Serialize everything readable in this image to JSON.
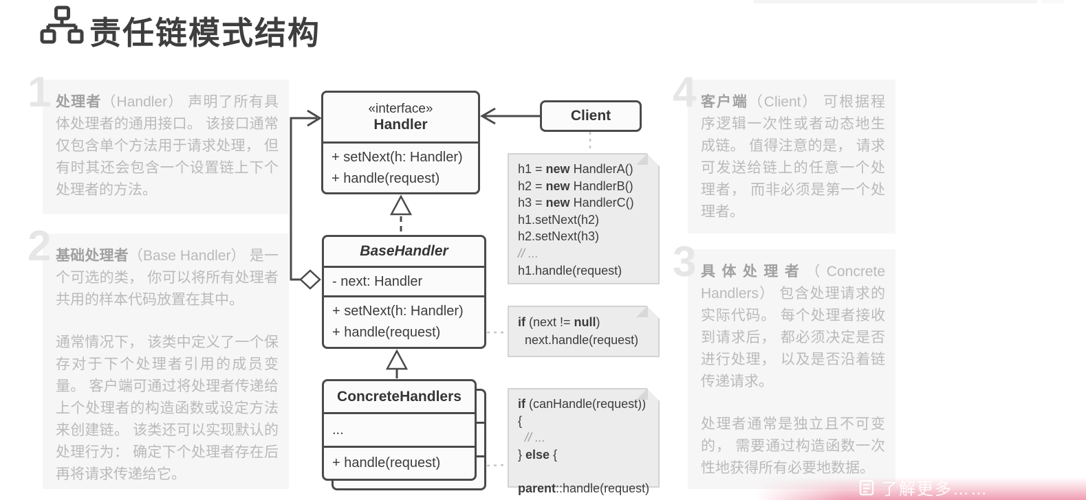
{
  "title": {
    "text": "责任链模式结构",
    "icon": "hierarchy-icon"
  },
  "annotations": [
    {
      "number": "1",
      "lead": "处理者",
      "text": "（Handler） 声明了所有具体处理者的通用接口。 该接口通常仅包含单个方法用于请求处理， 但有时其还会包含一个设置链上下个处理者的方法。",
      "text2": ""
    },
    {
      "number": "2",
      "lead": "基础处理者",
      "text": "（Base Handler） 是一个可选的类， 你可以将所有处理者共用的样本代码放置在其中。",
      "text2": "通常情况下， 该类中定义了一个保存对于下个处理者引用的成员变量。 客户端可通过将处理者传递给上个处理者的构造函数或设定方法来创建链。 该类还可以实现默认的处理行为： 确定下个处理者存在后再将请求传递给它。"
    },
    {
      "number": "3",
      "lead": "具体处理者",
      "text": "（Concrete Handlers） 包含处理请求的实际代码。 每个处理者接收到请求后， 都必须决定是否进行处理， 以及是否沿着链传递请求。",
      "text2": "处理者通常是独立且不可变的， 需要通过构造函数一次性地获得所有必要地数据。"
    },
    {
      "number": "4",
      "lead": "客户端",
      "text": "（Client） 可根据程序逻辑一次性或者动态地生成链。 值得注意的是， 请求可发送给链上的任意一个处理者， 而非必须是第一个处理者。",
      "text2": ""
    }
  ],
  "uml": {
    "handler": {
      "stereotype": "«interface»",
      "name": "Handler",
      "methods": [
        "+ setNext(h: Handler)",
        "+ handle(request)"
      ]
    },
    "client": {
      "name": "Client"
    },
    "base_handler": {
      "name": "BaseHandler",
      "field": "- next: Handler",
      "methods": [
        "+ setNext(h: Handler)",
        "+ handle(request)"
      ]
    },
    "concrete_handlers": {
      "name": "ConcreteHandlers",
      "field": "...",
      "methods": [
        "+ handle(request)"
      ]
    }
  },
  "notes": {
    "client_code": {
      "lines": [
        [
          [
            "h1 = "
          ],
          [
            "new",
            "b"
          ],
          [
            " HandlerA()"
          ]
        ],
        [
          [
            "h2 = "
          ],
          [
            "new",
            "b"
          ],
          [
            " HandlerB()"
          ]
        ],
        [
          [
            "h3 = "
          ],
          [
            "new",
            "b"
          ],
          [
            " HandlerC()"
          ]
        ],
        [
          [
            "h1.setNext(h2)"
          ]
        ],
        [
          [
            "h2.setNext(h3)"
          ]
        ],
        [
          [
            "// ...",
            "i"
          ]
        ],
        [
          [
            "h1.handle(request)"
          ]
        ]
      ]
    },
    "base_handle_code": {
      "lines": [
        [
          [
            "if",
            "b"
          ],
          [
            " (next != "
          ],
          [
            "null",
            "b"
          ],
          [
            ")"
          ]
        ],
        [
          [
            "  next.handle(request)"
          ]
        ]
      ]
    },
    "concrete_handle_code": {
      "lines": [
        [
          [
            "if",
            "b"
          ],
          [
            " (canHandle(request)) {"
          ]
        ],
        [
          [
            "  // ...",
            "i"
          ]
        ],
        [
          [
            "} "
          ],
          [
            "else",
            "b"
          ],
          [
            " {"
          ]
        ],
        [
          [
            "  "
          ],
          [
            "parent",
            "b"
          ],
          [
            "::handle(request)"
          ]
        ],
        [
          [
            "}"
          ]
        ]
      ]
    }
  },
  "overlay": {
    "learn_more": "了解更多……"
  },
  "colors": {
    "stroke": "#4a4a4a",
    "note_bg": "#ececec",
    "block_bg": "#f6f6f6",
    "muted_text": "#bababa",
    "accent_pink": "#ee98ae"
  }
}
